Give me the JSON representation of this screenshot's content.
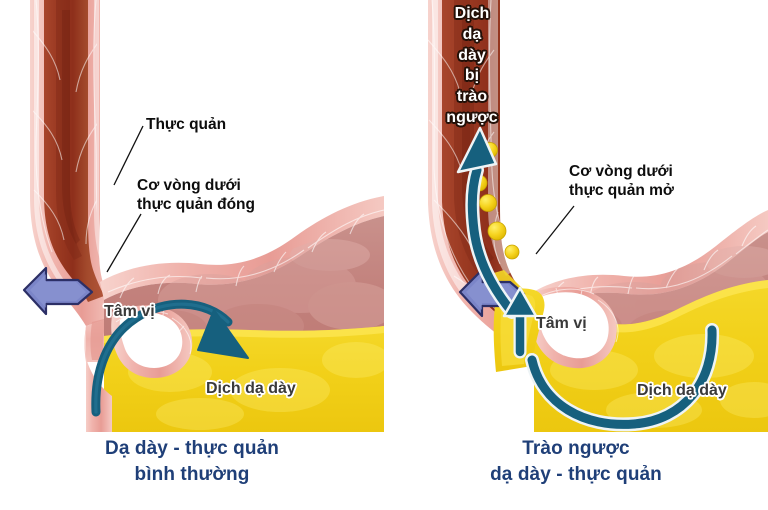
{
  "figure": {
    "title": "Dạ dày - thực quản bình thường và Trào ngược dạ dày - thực quản",
    "background_color": "#ffffff",
    "colors": {
      "caption_blue": "#1f3f78",
      "gastric_fluid_yellow": "#f2d11a",
      "stomach_lining_rose": "#c98b8b",
      "esophagus_lumen_dark_red": "#9e3a24",
      "muscle_pink": "#f0b3ad",
      "teal_arrow": "#16607e",
      "purple_arrow": "#7b85c8",
      "label_black": "#0d0d0d",
      "artlabel_gray": "#3a3a3a"
    }
  },
  "panels": [
    {
      "id": "normal",
      "caption_lines": [
        "Dạ dày - thực quản",
        "bình thường"
      ],
      "callouts": [
        {
          "name": "esophagus",
          "lines": [
            "Thực quản"
          ]
        },
        {
          "name": "lower-esophageal-sphincter-closed",
          "lines": [
            "Cơ vòng dưới",
            "thực quản đóng"
          ]
        }
      ],
      "art_labels": [
        {
          "name": "cardia",
          "text": "Tâm vị"
        },
        {
          "name": "gastric-fluid",
          "text": "Dịch dạ dày"
        }
      ],
      "arrows": [
        {
          "name": "purple-chevron-arrow",
          "direction": "right",
          "color": "#7b85c8"
        },
        {
          "name": "teal-downward-flow-arrow",
          "direction": "down-right",
          "color": "#16607e"
        }
      ]
    },
    {
      "id": "reflux",
      "caption_lines": [
        "Trào ngược",
        "dạ dày - thực quản"
      ],
      "callouts": [
        {
          "name": "lower-esophageal-sphincter-open",
          "lines": [
            "Cơ vòng dưới",
            "thực quản mở"
          ]
        }
      ],
      "tube_label": {
        "name": "refluxed-gastric-fluid",
        "lines": [
          "Dịch",
          "dạ",
          "dày",
          "bị",
          "trào",
          "ngược"
        ]
      },
      "art_labels": [
        {
          "name": "cardia",
          "text": "Tâm vị"
        },
        {
          "name": "gastric-fluid",
          "text": "Dịch dạ dày"
        }
      ],
      "arrows": [
        {
          "name": "purple-chevron-arrow",
          "direction": "right",
          "color": "#7b85c8"
        },
        {
          "name": "teal-upward-reflux-arrow",
          "direction": "up",
          "color": "#16607e"
        },
        {
          "name": "teal-upward-sphincter-arrow",
          "direction": "up",
          "color": "#16607e"
        },
        {
          "name": "teal-curved-swirl-arrow",
          "direction": "up-right",
          "color": "#16607e"
        }
      ]
    }
  ]
}
